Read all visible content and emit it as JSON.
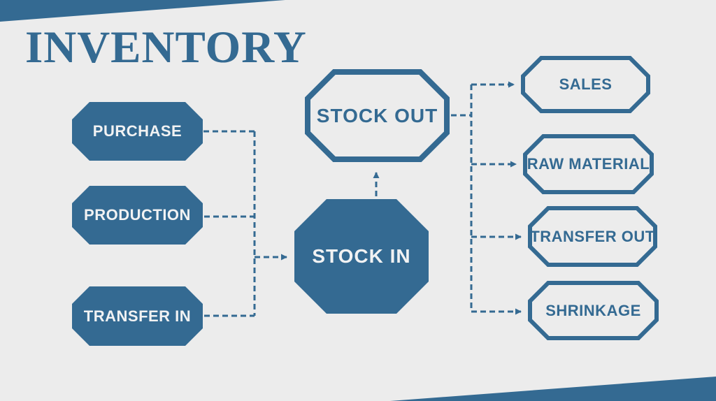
{
  "title": "INVENTORY",
  "colors": {
    "accent": "#346a92",
    "background": "#ececec",
    "light_text": "#f1f2f3"
  },
  "diagram": {
    "inputs": [
      {
        "id": "purchase",
        "label": "PURCHASE"
      },
      {
        "id": "production",
        "label": "PRODUCTION"
      },
      {
        "id": "transfer-in",
        "label": "TRANSFER IN"
      }
    ],
    "center": {
      "stock_in": {
        "label": "STOCK IN"
      },
      "stock_out": {
        "label": "STOCK OUT"
      }
    },
    "outputs": [
      {
        "id": "sales",
        "label": "SALES"
      },
      {
        "id": "raw-material",
        "label": "RAW MATERIAL"
      },
      {
        "id": "transfer-out",
        "label": "TRANSFER OUT"
      },
      {
        "id": "shrinkage",
        "label": "SHRINKAGE"
      }
    ],
    "edges": [
      {
        "from": "PURCHASE",
        "to": "STOCK IN"
      },
      {
        "from": "PRODUCTION",
        "to": "STOCK IN"
      },
      {
        "from": "TRANSFER IN",
        "to": "STOCK IN"
      },
      {
        "from": "STOCK IN",
        "to": "STOCK OUT"
      },
      {
        "from": "STOCK OUT",
        "to": "SALES"
      },
      {
        "from": "STOCK OUT",
        "to": "RAW MATERIAL"
      },
      {
        "from": "STOCK OUT",
        "to": "TRANSFER OUT"
      },
      {
        "from": "STOCK OUT",
        "to": "SHRINKAGE"
      }
    ]
  }
}
